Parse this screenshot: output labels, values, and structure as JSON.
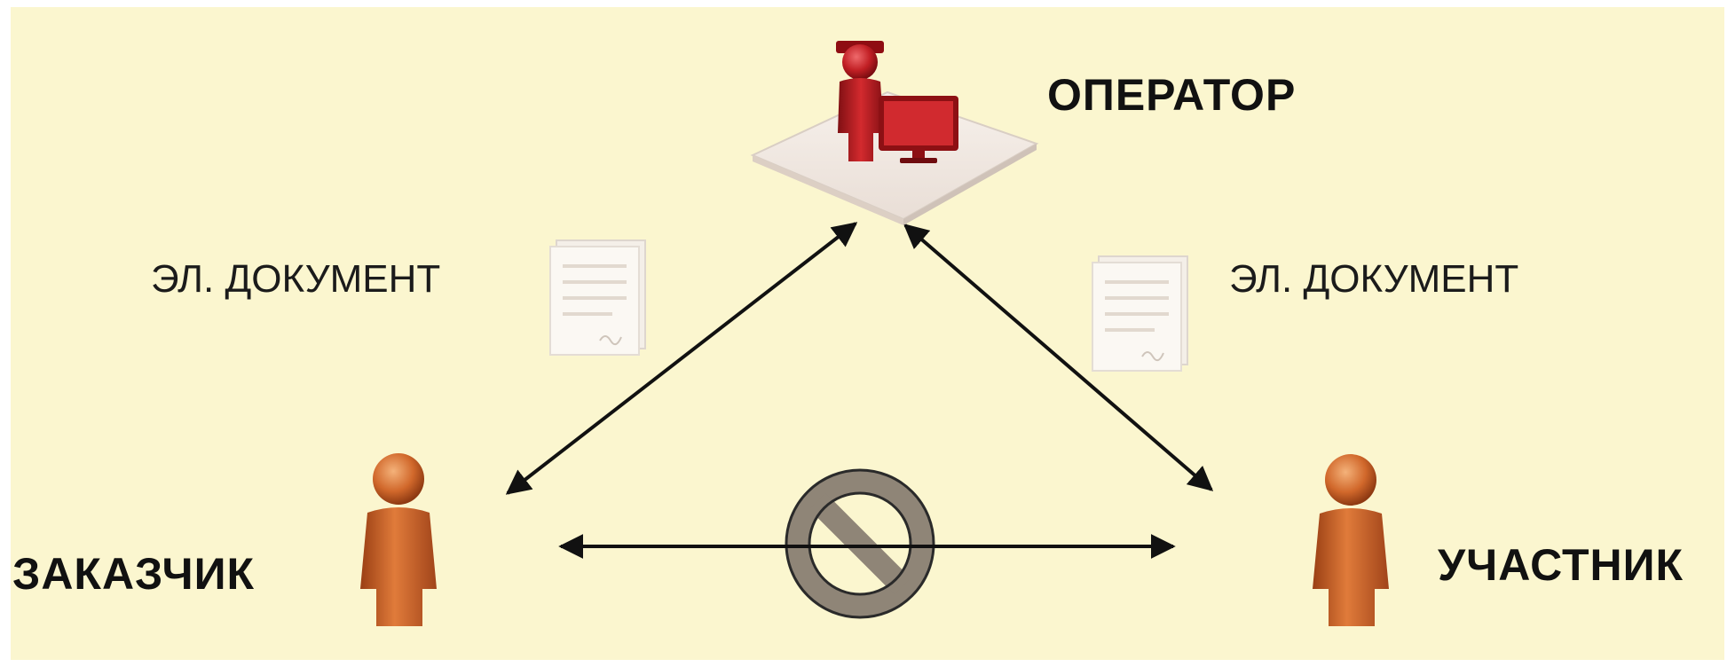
{
  "diagram": {
    "operator_label": "ОПЕРАТОР",
    "customer_label": "ЗАКАЗЧИК",
    "participant_label": "УЧАСТНИК",
    "doc_label_left": "ЭЛ. ДОКУМЕНТ",
    "doc_label_right": "ЭЛ. ДОКУМЕНТ"
  },
  "colors": {
    "background": "#fbf6cf",
    "operator_figure": "#b3181e",
    "person_figure": "#c8561f",
    "prohibited_sign": "#8f8577",
    "arrows": "#111111"
  },
  "icons": {
    "operator": "operator-at-computer-icon",
    "customer": "person-icon",
    "participant": "person-icon",
    "document": "document-icon",
    "prohibited": "prohibited-icon"
  }
}
